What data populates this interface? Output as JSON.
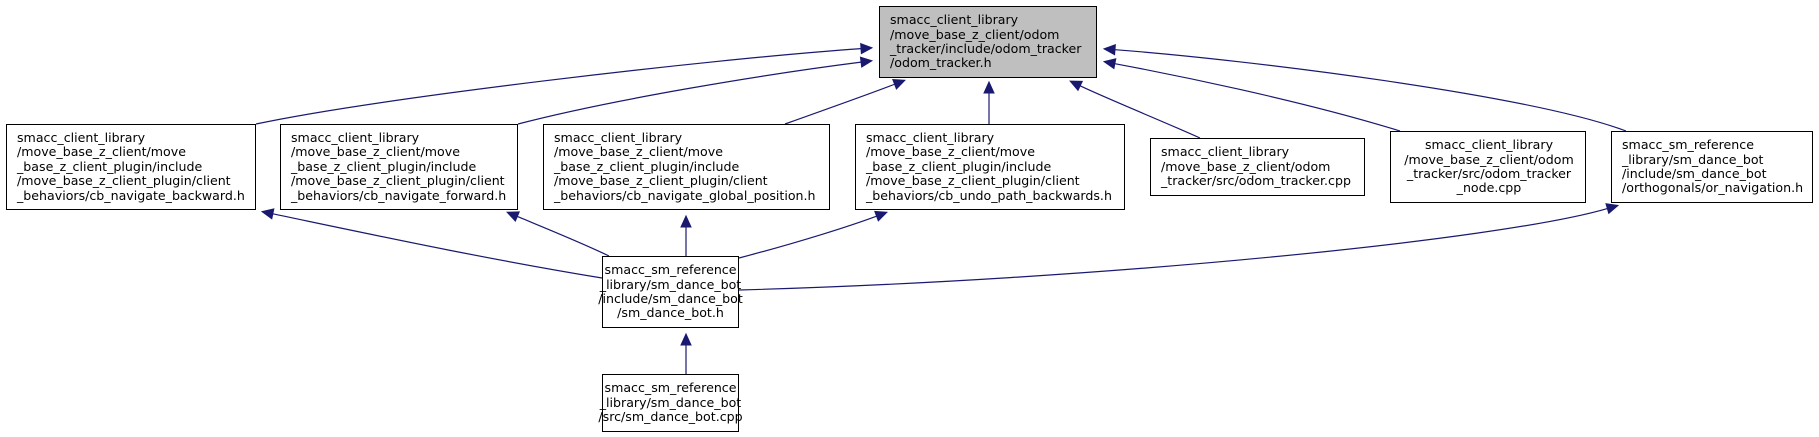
{
  "nodes": [
    {
      "id": "odom_tracker_h",
      "label": "smacc_client_library\n/move_base_z_client/odom\n_tracker/include/odom_tracker\n/odom_tracker.h",
      "highlight": true
    },
    {
      "id": "cb_navigate_backward_h",
      "label": "smacc_client_library\n/move_base_z_client/move\n_base_z_client_plugin/include\n/move_base_z_client_plugin/client\n_behaviors/cb_navigate_backward.h"
    },
    {
      "id": "cb_navigate_forward_h",
      "label": "smacc_client_library\n/move_base_z_client/move\n_base_z_client_plugin/include\n/move_base_z_client_plugin/client\n_behaviors/cb_navigate_forward.h"
    },
    {
      "id": "cb_navigate_global_position_h",
      "label": "smacc_client_library\n/move_base_z_client/move\n_base_z_client_plugin/include\n/move_base_z_client_plugin/client\n_behaviors/cb_navigate_global_position.h"
    },
    {
      "id": "cb_undo_path_backwards_h",
      "label": "smacc_client_library\n/move_base_z_client/move\n_base_z_client_plugin/include\n/move_base_z_client_plugin/client\n_behaviors/cb_undo_path_backwards.h"
    },
    {
      "id": "odom_tracker_cpp",
      "label": "smacc_client_library\n/move_base_z_client/odom\n_tracker/src/odom_tracker.cpp"
    },
    {
      "id": "odom_tracker_node_cpp",
      "label": "smacc_client_library\n/move_base_z_client/odom\n_tracker/src/odom_tracker\n_node.cpp"
    },
    {
      "id": "or_navigation_h",
      "label": "smacc_sm_reference\n_library/sm_dance_bot\n/include/sm_dance_bot\n/orthogonals/or_navigation.h"
    },
    {
      "id": "sm_dance_bot_h",
      "label": "smacc_sm_reference\n_library/sm_dance_bot\n/include/sm_dance_bot\n/sm_dance_bot.h"
    },
    {
      "id": "sm_dance_bot_cpp",
      "label": "smacc_sm_reference\n_library/sm_dance_bot\n/src/sm_dance_bot.cpp"
    }
  ],
  "edges": [
    {
      "from": "cb_navigate_backward_h",
      "to": "odom_tracker_h"
    },
    {
      "from": "cb_navigate_forward_h",
      "to": "odom_tracker_h"
    },
    {
      "from": "cb_navigate_global_position_h",
      "to": "odom_tracker_h"
    },
    {
      "from": "cb_undo_path_backwards_h",
      "to": "odom_tracker_h"
    },
    {
      "from": "odom_tracker_cpp",
      "to": "odom_tracker_h"
    },
    {
      "from": "odom_tracker_node_cpp",
      "to": "odom_tracker_h"
    },
    {
      "from": "or_navigation_h",
      "to": "odom_tracker_h"
    },
    {
      "from": "sm_dance_bot_h",
      "to": "cb_navigate_backward_h"
    },
    {
      "from": "sm_dance_bot_h",
      "to": "cb_navigate_forward_h"
    },
    {
      "from": "sm_dance_bot_h",
      "to": "cb_navigate_global_position_h"
    },
    {
      "from": "sm_dance_bot_h",
      "to": "cb_undo_path_backwards_h"
    },
    {
      "from": "sm_dance_bot_h",
      "to": "or_navigation_h"
    },
    {
      "from": "sm_dance_bot_cpp",
      "to": "sm_dance_bot_h"
    }
  ],
  "colors": {
    "edge": "#191970",
    "highlight_fill": "#bfbfbf",
    "node_fill": "#ffffff",
    "node_border": "#000000"
  }
}
